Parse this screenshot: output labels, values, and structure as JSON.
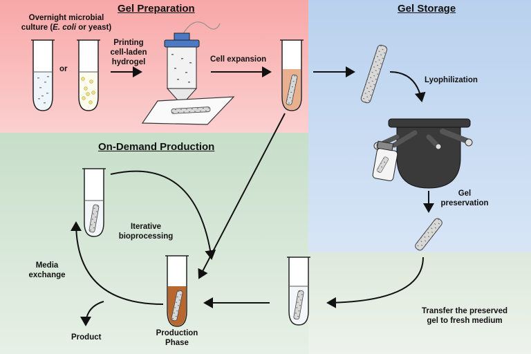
{
  "titles": {
    "gel_preparation": "Gel Preparation",
    "gel_storage": "Gel Storage",
    "on_demand": "On-Demand Production"
  },
  "labels": {
    "overnight_line1": "Overnight microbial",
    "overnight_line2_a": "culture (",
    "overnight_line2_b": "E. coli",
    "overnight_line2_c": " or yeast)",
    "or": "or",
    "printing_line1": "Printing",
    "printing_line2": "cell-laden",
    "printing_line3": "hydrogel",
    "cell_expansion": "Cell expansion",
    "lyophilization": "Lyophilization",
    "gel_pres_line1": "Gel",
    "gel_pres_line2": "preservation",
    "transfer_line1": "Transfer the preserved",
    "transfer_line2": "gel to fresh medium",
    "iterative_line1": "Iterative",
    "iterative_line2": "bioprocessing",
    "media_line1": "Media",
    "media_line2": "exchange",
    "product": "Product",
    "production_line1": "Production",
    "production_line2": "Phase"
  },
  "colors": {
    "prep_bg": "#f8a7a7",
    "storage_bg": "#b9d1ee",
    "production_bg": "#c7dec9",
    "expansion_medium": "#e8b08f",
    "production_medium": "#b8682e",
    "freeze_dryer": "#3a3a3a"
  }
}
